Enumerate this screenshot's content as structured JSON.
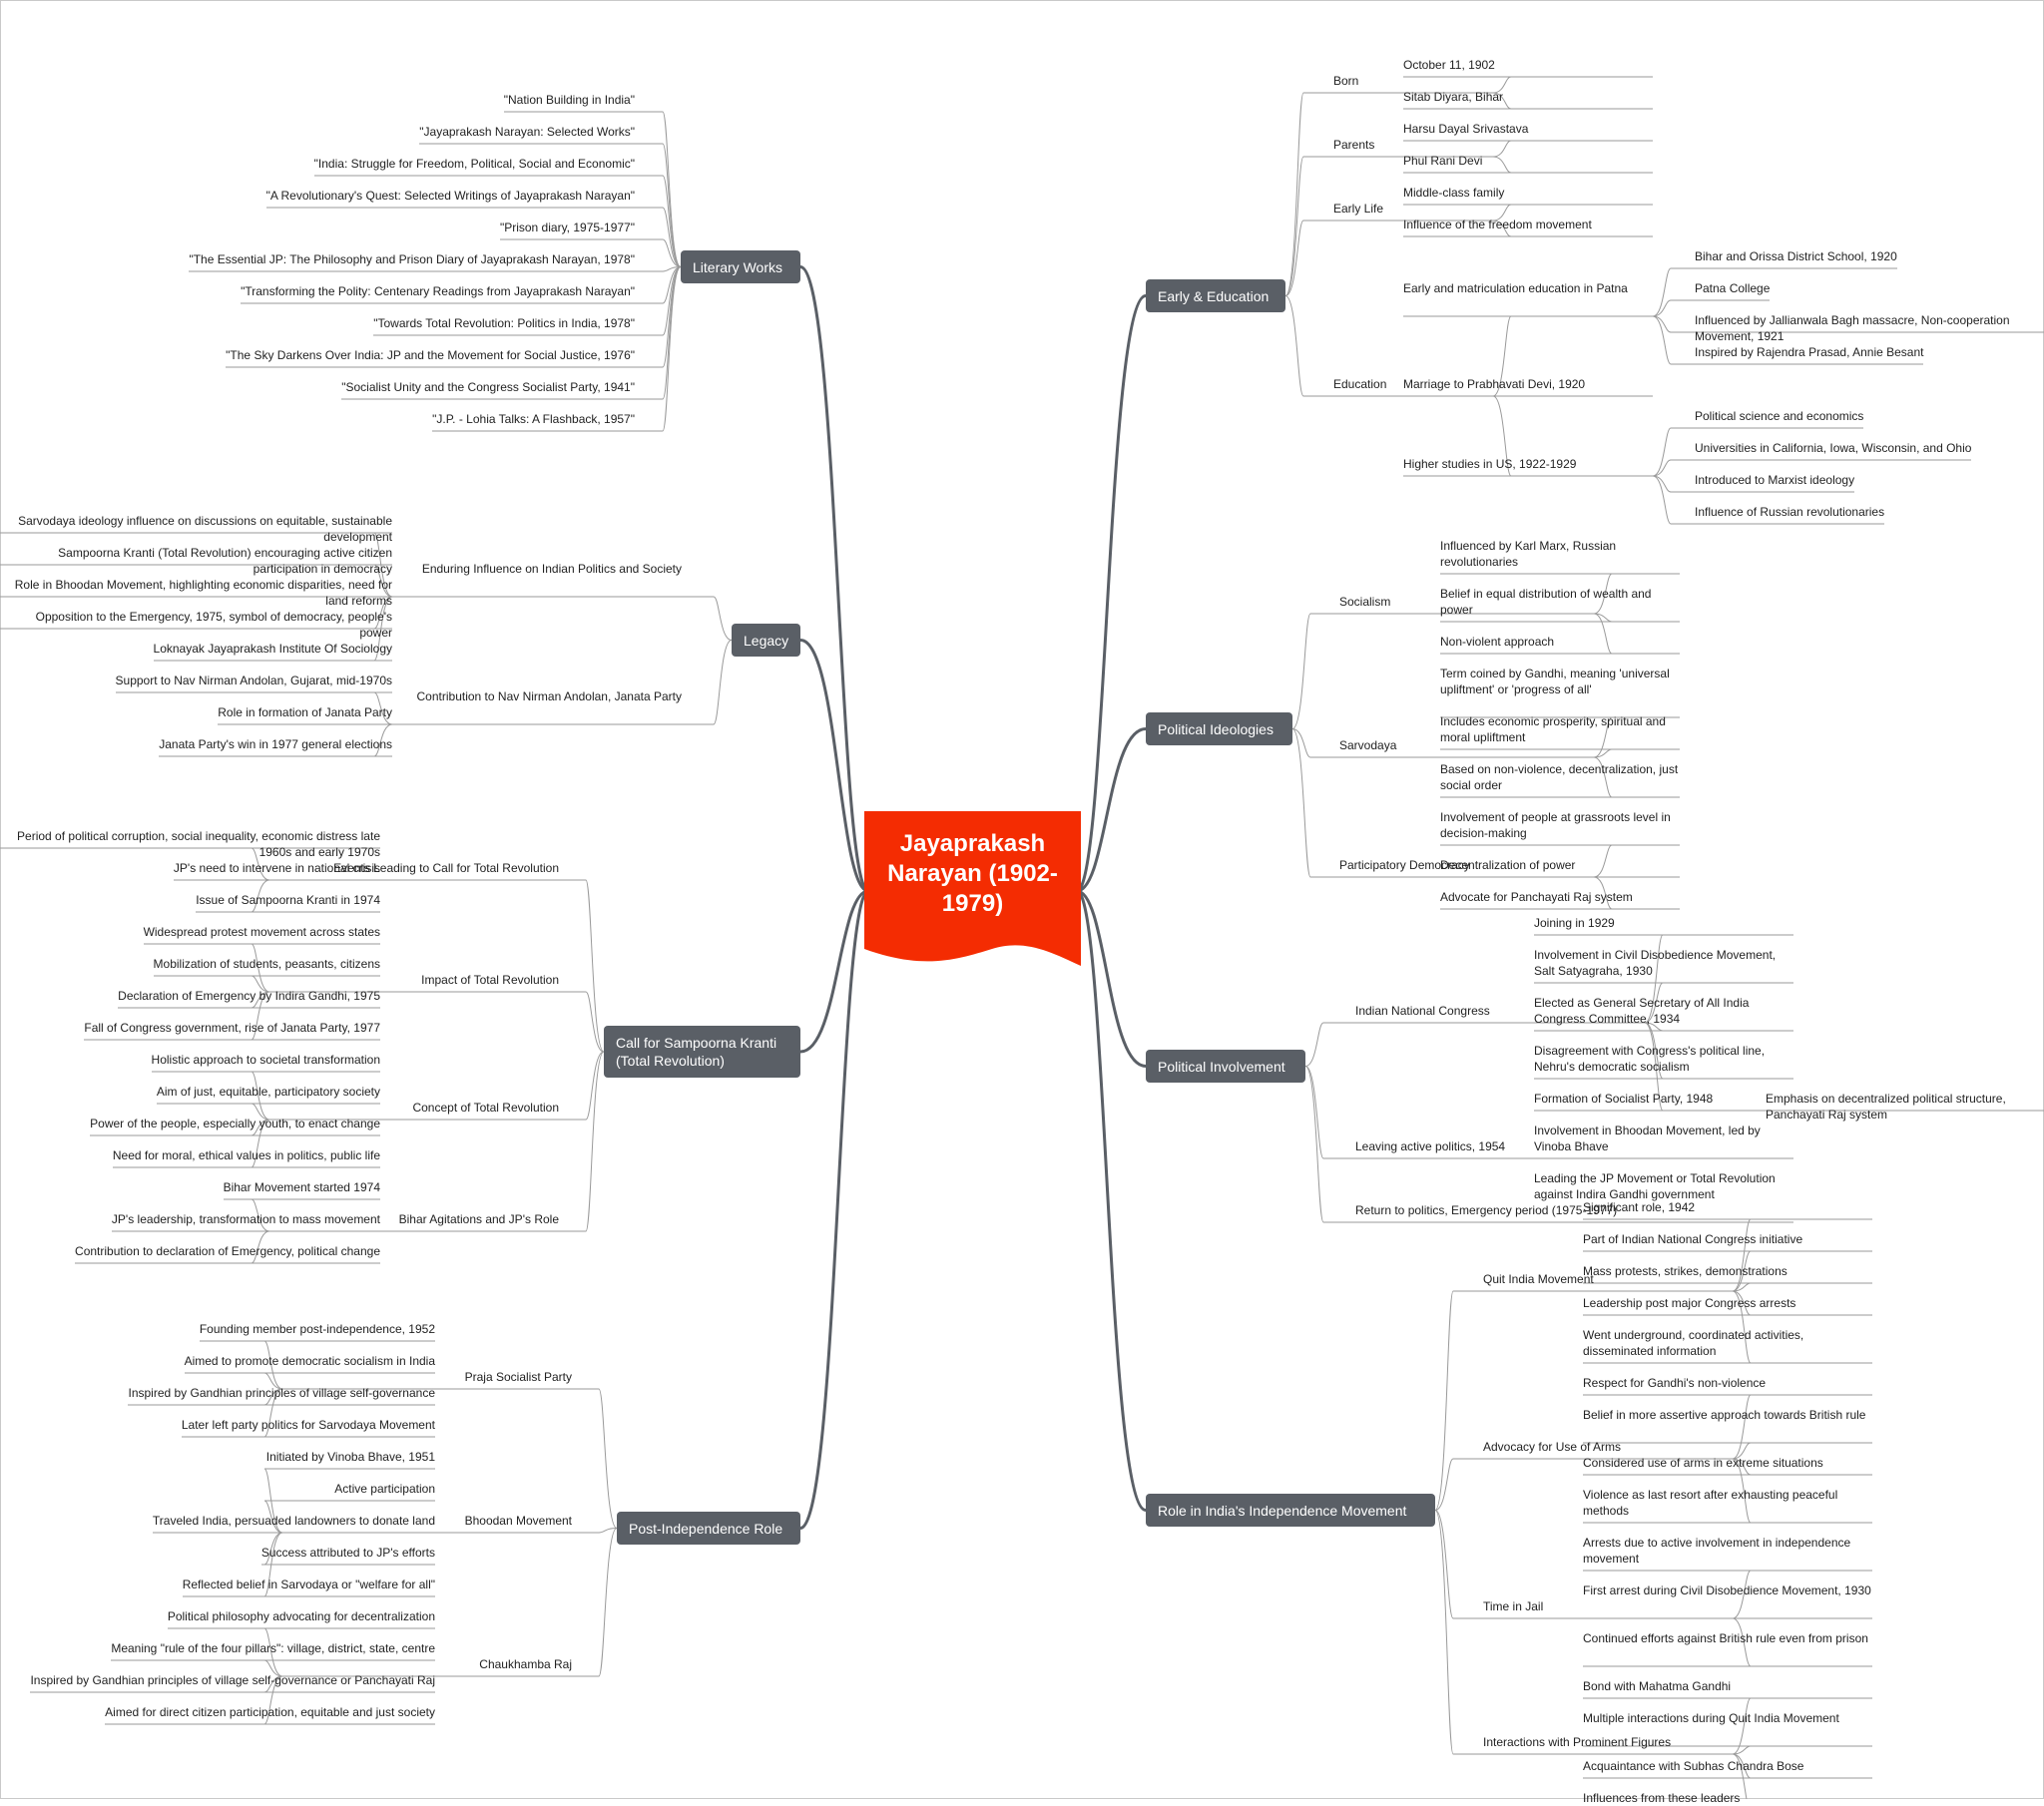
{
  "center": {
    "title": "Jayaprakash Narayan (1902-1979)",
    "color": "#f42c02"
  },
  "colors": {
    "branch": "#5a5f66",
    "line": "#5a5f66",
    "leaf_line": "#9a9a9a"
  },
  "branches": [
    {
      "id": "early",
      "label": "Early & Education",
      "side": "right",
      "children": [
        {
          "label": "Born",
          "children": [
            {
              "label": "October 11, 1902"
            },
            {
              "label": "Sitab Diyara, Bihar"
            }
          ]
        },
        {
          "label": "Parents",
          "children": [
            {
              "label": "Harsu Dayal Srivastava"
            },
            {
              "label": "Phul Rani Devi"
            }
          ]
        },
        {
          "label": "Early Life",
          "children": [
            {
              "label": "Middle-class family"
            },
            {
              "label": "Influence of the freedom movement"
            }
          ]
        },
        {
          "label": "Education",
          "children": [
            {
              "label": "Early and matriculation education in Patna",
              "children": [
                {
                  "label": "Bihar and Orissa District School, 1920"
                },
                {
                  "label": "Patna College"
                },
                {
                  "label": "Influenced by Jallianwala Bagh massacre, Non-cooperation Movement, 1921"
                },
                {
                  "label": "Inspired by Rajendra Prasad, Annie Besant"
                }
              ]
            },
            {
              "label": "Marriage to Prabhavati Devi, 1920"
            },
            {
              "label": "Higher studies in US, 1922-1929",
              "children": [
                {
                  "label": "Political science and economics"
                },
                {
                  "label": "Universities in California, Iowa, Wisconsin, and Ohio"
                },
                {
                  "label": "Introduced to Marxist ideology"
                },
                {
                  "label": "Influence of Russian revolutionaries"
                }
              ]
            }
          ]
        }
      ]
    },
    {
      "id": "ideologies",
      "label": "Political Ideologies",
      "side": "right",
      "children": [
        {
          "label": "Socialism",
          "children": [
            {
              "label": "Influenced by Karl Marx, Russian revolutionaries"
            },
            {
              "label": "Belief in equal distribution of wealth and power"
            },
            {
              "label": "Non-violent approach"
            }
          ]
        },
        {
          "label": "Sarvodaya",
          "children": [
            {
              "label": "Term coined by Gandhi, meaning 'universal upliftment' or 'progress of all'"
            },
            {
              "label": "Includes economic prosperity, spiritual and moral upliftment"
            },
            {
              "label": "Based on non-violence, decentralization, just social order"
            }
          ]
        },
        {
          "label": "Participatory Democracy",
          "children": [
            {
              "label": "Involvement of people at grassroots level in decision-making"
            },
            {
              "label": "Decentralization of power"
            },
            {
              "label": "Advocate for Panchayati Raj system"
            }
          ]
        }
      ]
    },
    {
      "id": "involvement",
      "label": "Political Involvement",
      "side": "right",
      "children": [
        {
          "label": "Indian National Congress",
          "children": [
            {
              "label": "Joining in 1929"
            },
            {
              "label": "Involvement in Civil Disobedience Movement, Salt Satyagraha, 1930"
            },
            {
              "label": "Elected as General Secretary of All India Congress Committee, 1934"
            },
            {
              "label": "Disagreement with Congress's political line, Nehru's democratic socialism"
            },
            {
              "label": "Formation of Socialist Party, 1948",
              "children": [
                {
                  "label": "Emphasis on decentralized political structure, Panchayati Raj system"
                }
              ]
            }
          ]
        },
        {
          "label": "Leaving active politics, 1954",
          "children": [
            {
              "label": "Involvement in Bhoodan Movement, led by Vinoba Bhave"
            }
          ]
        },
        {
          "label": "Return to politics, Emergency period (1975-1977)",
          "children": [
            {
              "label": "Leading the JP Movement or Total Revolution against Indira Gandhi government"
            }
          ]
        }
      ]
    },
    {
      "id": "independence",
      "label": "Role in India's Independence Movement",
      "side": "right",
      "children": [
        {
          "label": "Quit India Movement",
          "children": [
            {
              "label": "Significant role, 1942"
            },
            {
              "label": "Part of Indian National Congress initiative"
            },
            {
              "label": "Mass protests, strikes, demonstrations"
            },
            {
              "label": "Leadership post major Congress arrests"
            },
            {
              "label": "Went underground, coordinated activities, disseminated information"
            }
          ]
        },
        {
          "label": "Advocacy for Use of Arms",
          "children": [
            {
              "label": "Respect for Gandhi's non-violence"
            },
            {
              "label": "Belief in more assertive approach towards British rule"
            },
            {
              "label": "Considered use of arms in extreme situations"
            },
            {
              "label": "Violence as last resort after exhausting peaceful methods"
            }
          ]
        },
        {
          "label": "Time in Jail",
          "children": [
            {
              "label": "Arrests due to active involvement in independence movement"
            },
            {
              "label": "First arrest during Civil Disobedience Movement, 1930"
            },
            {
              "label": "Continued efforts against British rule even from prison"
            }
          ]
        },
        {
          "label": "Interactions with Prominent Figures",
          "children": [
            {
              "label": "Bond with Mahatma Gandhi"
            },
            {
              "label": "Multiple interactions during Quit India Movement"
            },
            {
              "label": "Acquaintance with Subhas Chandra Bose"
            },
            {
              "label": "Influences from these leaders"
            }
          ]
        }
      ]
    },
    {
      "id": "literary",
      "label": "Literary Works",
      "side": "left",
      "children": [
        {
          "label": "\"Nation Building in India\""
        },
        {
          "label": "\"Jayaprakash Narayan: Selected Works\""
        },
        {
          "label": "\"India: Struggle for Freedom, Political, Social and Economic\""
        },
        {
          "label": "\"A Revolutionary's Quest: Selected Writings of Jayaprakash Narayan\""
        },
        {
          "label": "\"Prison diary, 1975-1977\""
        },
        {
          "label": "\"The Essential JP: The Philosophy and Prison Diary of Jayaprakash Narayan, 1978\""
        },
        {
          "label": "\"Transforming the Polity: Centenary Readings from Jayaprakash Narayan\""
        },
        {
          "label": "\"Towards Total Revolution: Politics in India, 1978\""
        },
        {
          "label": "\"The Sky Darkens Over India: JP and the Movement for Social Justice, 1976\""
        },
        {
          "label": "\"Socialist Unity and the Congress Socialist Party, 1941\""
        },
        {
          "label": "\"J.P. - Lohia Talks: A Flashback, 1957\""
        }
      ]
    },
    {
      "id": "legacy",
      "label": "Legacy",
      "side": "left",
      "children": [
        {
          "label": "Enduring Influence on Indian Politics and Society",
          "children": [
            {
              "label": "Sarvodaya ideology influence on discussions on equitable, sustainable development"
            },
            {
              "label": "Sampoorna Kranti (Total Revolution) encouraging active citizen participation in democracy"
            },
            {
              "label": "Role in Bhoodan Movement, highlighting economic disparities, need for land reforms"
            },
            {
              "label": "Opposition to the Emergency, 1975, symbol of democracy, people's power"
            },
            {
              "label": "Loknayak Jayaprakash Institute Of Sociology"
            }
          ]
        },
        {
          "label": "Contribution to Nav Nirman Andolan, Janata Party",
          "children": [
            {
              "label": "Support to Nav Nirman Andolan, Gujarat, mid-1970s"
            },
            {
              "label": "Role in formation of Janata Party"
            },
            {
              "label": "Janata Party's win in 1977 general elections"
            }
          ]
        }
      ]
    },
    {
      "id": "kranti",
      "label": "Call for Sampoorna Kranti (Total Revolution)",
      "side": "left",
      "children": [
        {
          "label": "Events Leading to Call for Total Revolution",
          "children": [
            {
              "label": "Period of political corruption, social inequality, economic distress late 1960s and early 1970s"
            },
            {
              "label": "JP's need to intervene in national crisis"
            },
            {
              "label": "Issue of Sampoorna Kranti in 1974"
            }
          ]
        },
        {
          "label": "Impact of Total Revolution",
          "children": [
            {
              "label": "Widespread protest movement across states"
            },
            {
              "label": "Mobilization of students, peasants, citizens"
            },
            {
              "label": "Declaration of Emergency by Indira Gandhi, 1975"
            },
            {
              "label": "Fall of Congress government, rise of Janata Party, 1977"
            }
          ]
        },
        {
          "label": "Concept of Total Revolution",
          "children": [
            {
              "label": "Holistic approach to societal transformation"
            },
            {
              "label": "Aim of just, equitable, participatory society"
            },
            {
              "label": "Power of the people, especially youth, to enact change"
            },
            {
              "label": "Need for moral, ethical values in politics, public life"
            }
          ]
        },
        {
          "label": "Bihar Agitations and JP's Role",
          "children": [
            {
              "label": "Bihar Movement started 1974"
            },
            {
              "label": "JP's leadership, transformation to mass movement"
            },
            {
              "label": "Contribution to declaration of Emergency, political change"
            }
          ]
        }
      ]
    },
    {
      "id": "post",
      "label": "Post-Independence Role",
      "side": "left",
      "children": [
        {
          "label": "Praja Socialist Party",
          "children": [
            {
              "label": "Founding member post-independence, 1952"
            },
            {
              "label": "Aimed to promote democratic socialism in India"
            },
            {
              "label": "Inspired by Gandhian principles of village self-governance"
            },
            {
              "label": "Later left party politics for Sarvodaya Movement"
            }
          ]
        },
        {
          "label": "Bhoodan Movement",
          "children": [
            {
              "label": "Initiated by Vinoba Bhave, 1951"
            },
            {
              "label": "Active participation"
            },
            {
              "label": "Traveled India, persuaded landowners to donate land"
            },
            {
              "label": "Success attributed to JP's efforts"
            },
            {
              "label": "Reflected belief in Sarvodaya or \"welfare for all\""
            }
          ]
        },
        {
          "label": "Chaukhamba Raj",
          "children": [
            {
              "label": "Political philosophy advocating for decentralization"
            },
            {
              "label": "Meaning \"rule of the four pillars\": village, district, state, centre"
            },
            {
              "label": "Inspired by Gandhian principles of village self-governance or Panchayati Raj"
            },
            {
              "label": "Aimed for direct citizen participation, equitable and just society"
            }
          ]
        }
      ]
    }
  ]
}
